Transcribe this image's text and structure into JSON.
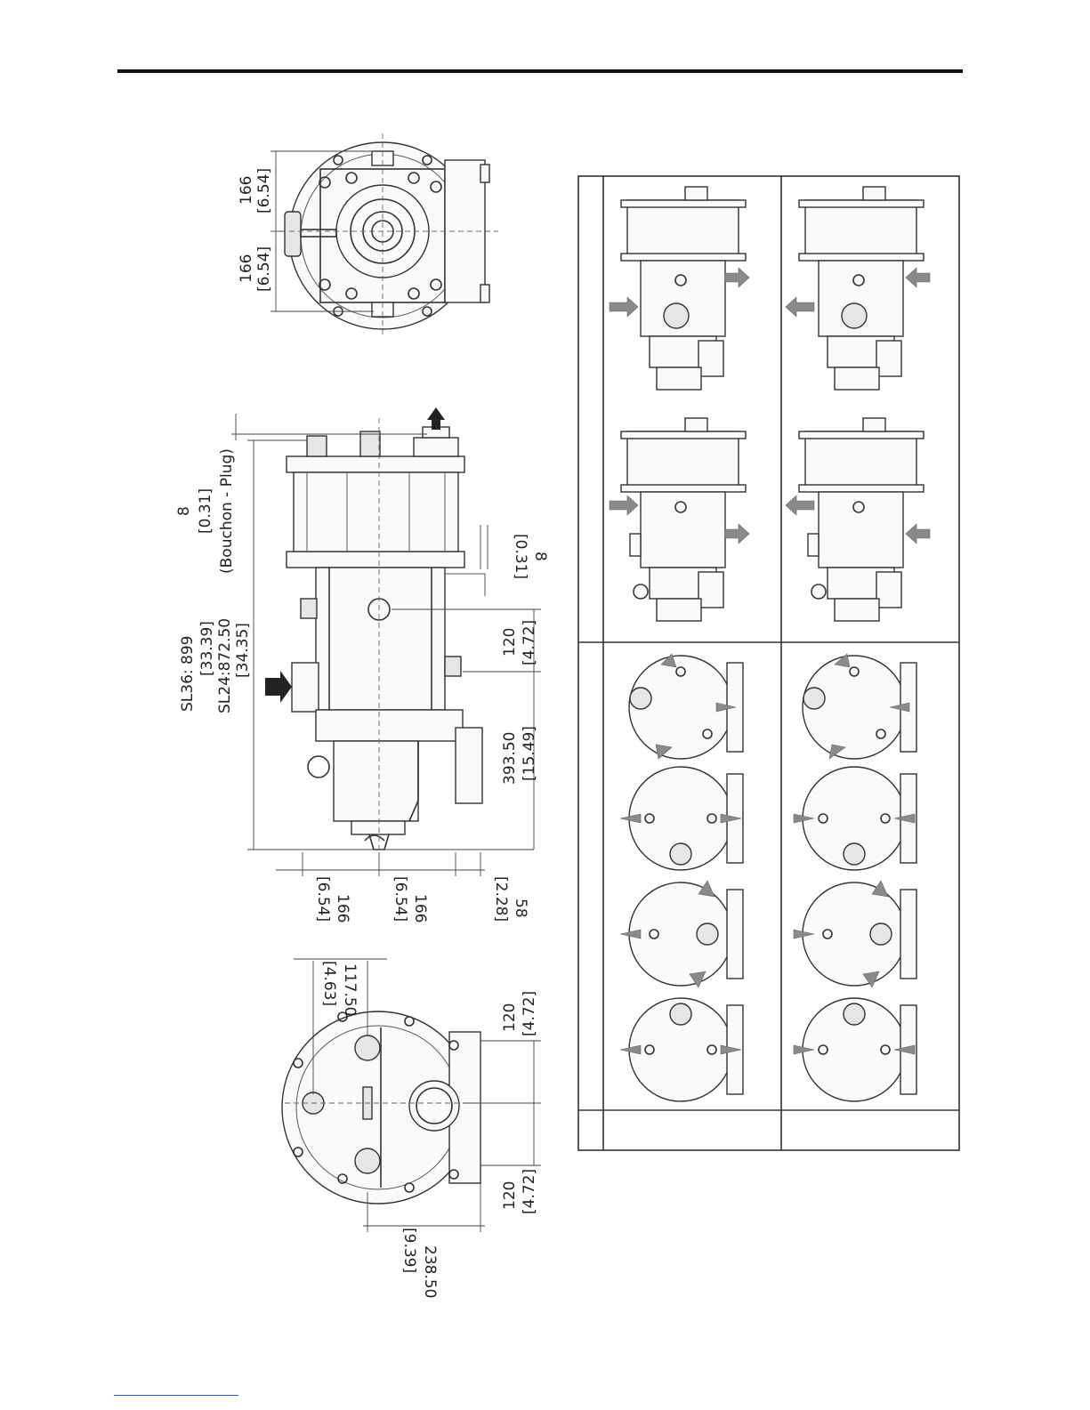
{
  "labels": {
    "top_left_a": "166",
    "top_left_a_in": "[6.54]",
    "top_left_b": "166",
    "top_left_b_in": "[6.54]",
    "plug_mm": "8",
    "plug_in": "[0.31]",
    "plug_label": "(Bouchon - Plug)",
    "sl36": "SL36: 899",
    "sl36_in": "[33.39]",
    "sl24": "SL24:872.50",
    "sl24_in": "[34.35]",
    "side_8": "8",
    "side_8_in": "[0.31]",
    "d120": "120",
    "d120_in": "[4.72]",
    "d393": "393.50",
    "d393_in": "[15.49]",
    "b166a": "166",
    "b166a_in": "[6.54]",
    "b166b": "166",
    "b166b_in": "[6.54]",
    "b58": "58",
    "b58_in": "[2.28]",
    "e117": "117.50",
    "e117_in": "[4.63]",
    "e120a": "120",
    "e120a_in": "[4.72]",
    "e120b": "120",
    "e120b_in": "[4.72]",
    "e238": "238.50",
    "e238_in": "[9.39]"
  }
}
